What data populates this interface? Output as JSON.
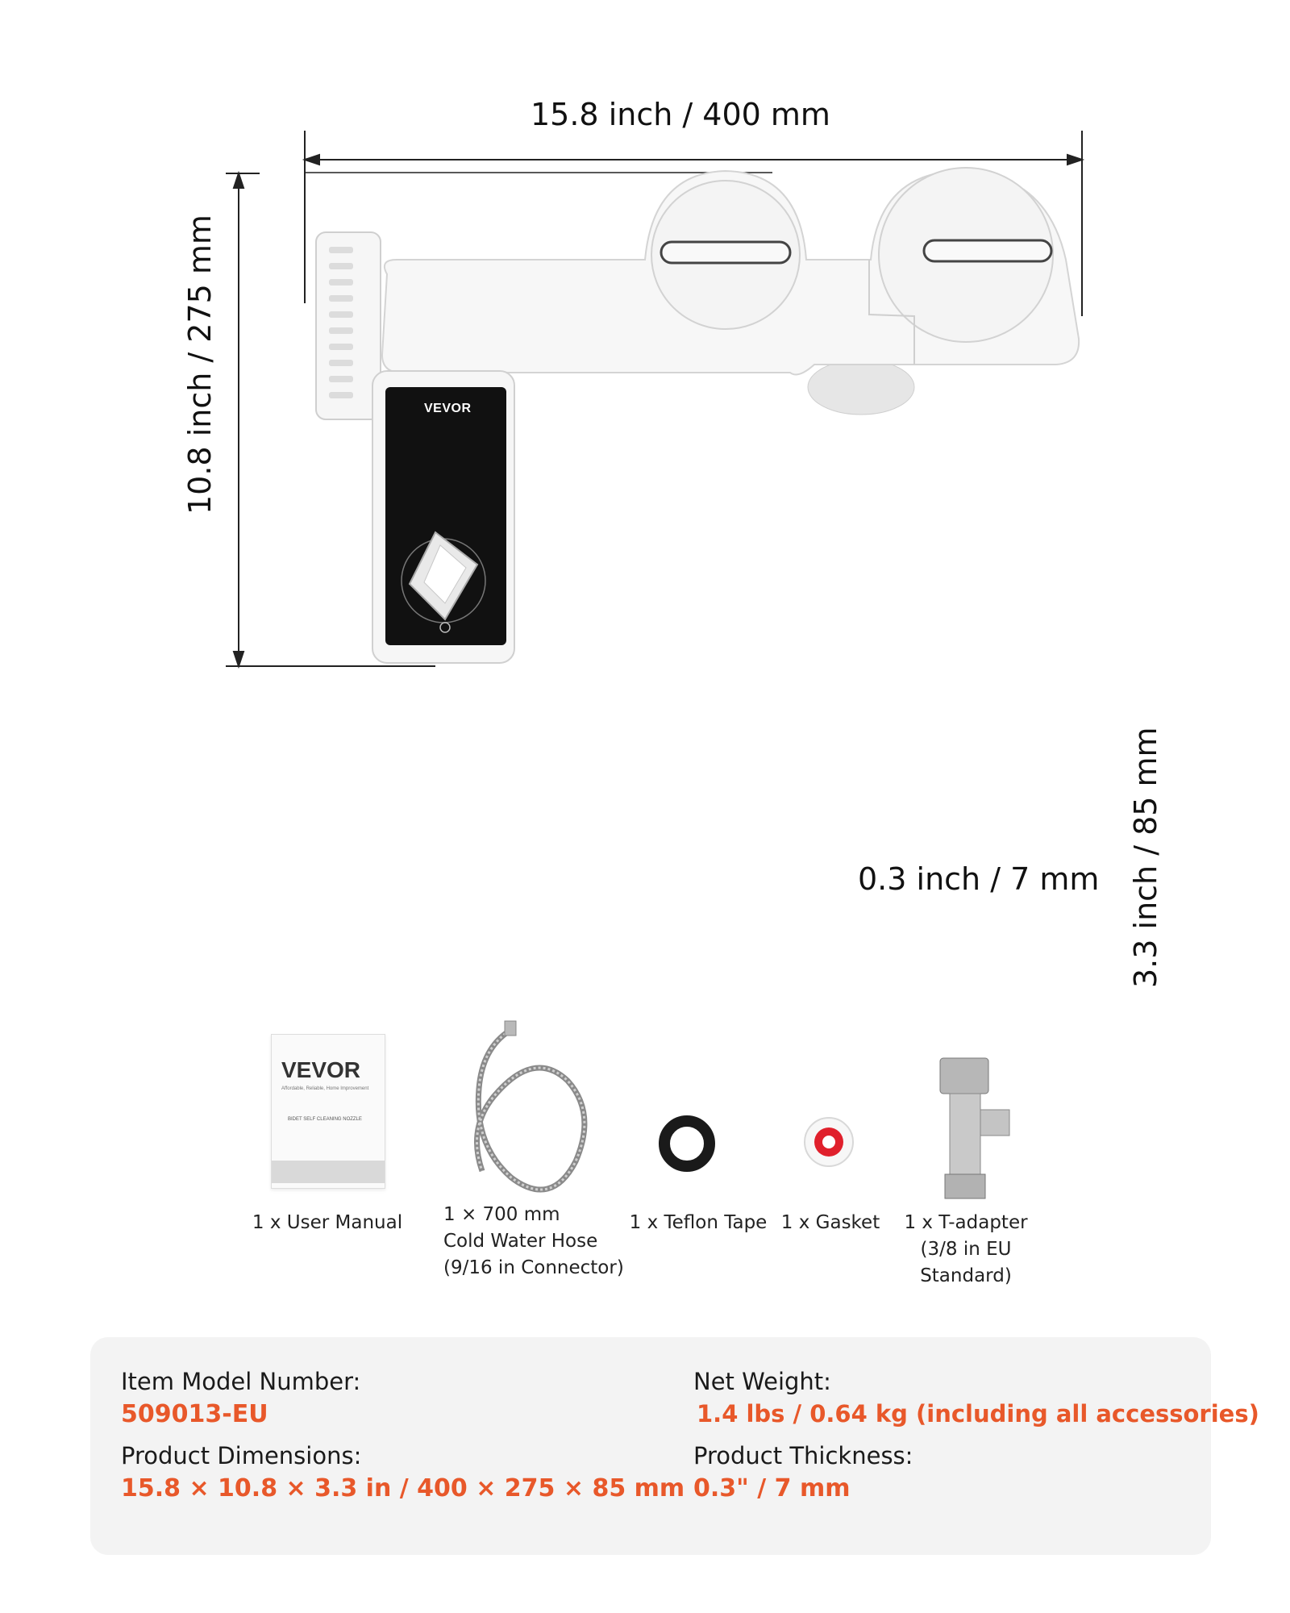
{
  "dimensions": {
    "width_label": "15.8 inch / 400 mm",
    "height_label": "10.8 inch / 275 mm",
    "depth_label": "3.3 inch / 85 mm",
    "thickness_label": "0.3 inch / 7 mm"
  },
  "product": {
    "brand": "VEVOR"
  },
  "accessories": [
    {
      "label": "1 x User Manual"
    },
    {
      "label": "1 × 700 mm\nCold Water Hose\n(9/16 in Connector)"
    },
    {
      "label": "1 x Teflon Tape"
    },
    {
      "label": "1 x Gasket"
    },
    {
      "label": "1 x T-adapter\n(3/8 in EU\nStandard)"
    }
  ],
  "manual": {
    "brand": "VEVOR",
    "tagline": "Affordable, Reliable, Home Improvement",
    "title": "BIDET SELF CLEANING NOZZLE"
  },
  "specs": {
    "model_label": "Item Model Number:",
    "model_value": "509013-EU",
    "dimensions_label": "Product Dimensions:",
    "dimensions_value": "15.8 × 10.8 × 3.3 in / 400 × 275 × 85 mm",
    "weight_label": "Net Weight:",
    "weight_value": "1.4 lbs / 0.64 kg (including all accessories)",
    "thickness_label": "Product Thickness:",
    "thickness_value": "0.3\" / 7 mm"
  },
  "colors": {
    "accent": "#e8582a",
    "panel": "#f3f3f3",
    "device_body": "#f4f4f4",
    "device_dark": "#111111"
  }
}
